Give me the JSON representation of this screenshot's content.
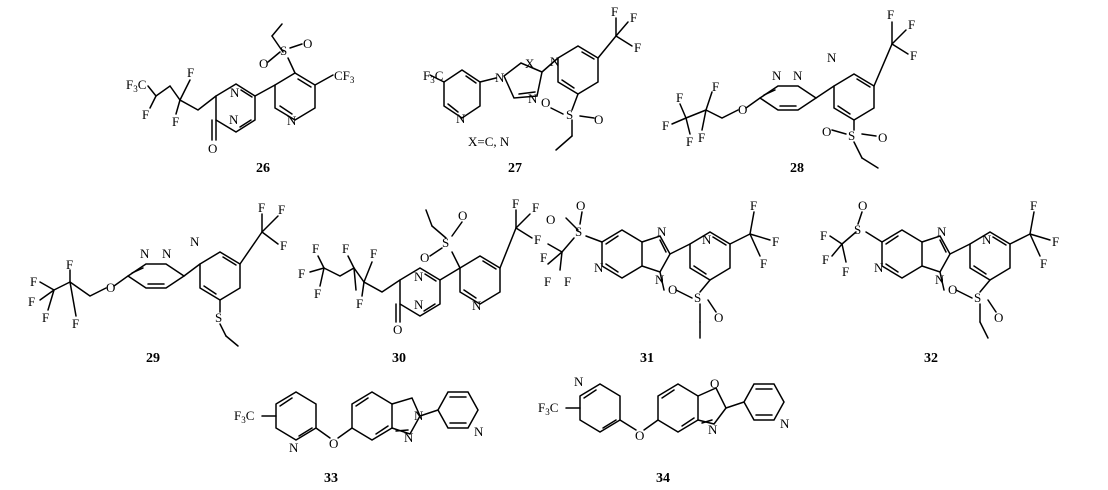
{
  "figure": {
    "compound_labels": [
      "26",
      "27",
      "28",
      "29",
      "30",
      "31",
      "32",
      "33",
      "34"
    ],
    "note_27": "X=C,  N"
  },
  "atom_labels": {
    "N": "N",
    "O": "O",
    "S": "S",
    "F": "F",
    "X": "X",
    "CF3": "CF",
    "F3C": "F",
    "sub3": "3",
    "C_tail": "C"
  }
}
